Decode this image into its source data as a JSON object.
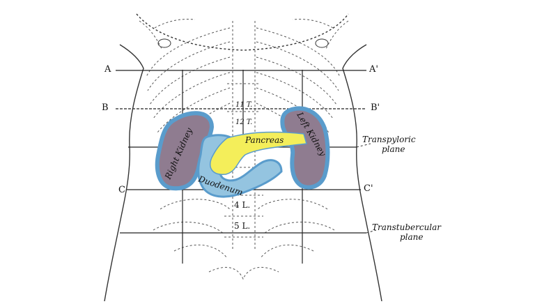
{
  "plane_markers": {
    "a": "A",
    "a_prime": "A'",
    "b": "B",
    "b_prime": "B'",
    "c": "C",
    "c_prime": "C'"
  },
  "vertebra_labels": {
    "t11": "11 T.",
    "t12": "12 T.",
    "l4": "4 L.",
    "l5": "5 L."
  },
  "plane_labels": {
    "transpyloric_1": "Transpyloric",
    "transpyloric_2": "plane",
    "transtubercular_1": "Transtubercular",
    "transtubercular_2": "plane"
  },
  "organs": {
    "right_kidney": "Right Kidney",
    "left_kidney": "Left Kidney",
    "pancreas": "Pancreas",
    "duodenum": "Duodenum"
  },
  "colors": {
    "kidney": "#8f7c90",
    "duodenum": "#94c4e0",
    "pancreas": "#f4ee5a",
    "line": "#222222"
  }
}
